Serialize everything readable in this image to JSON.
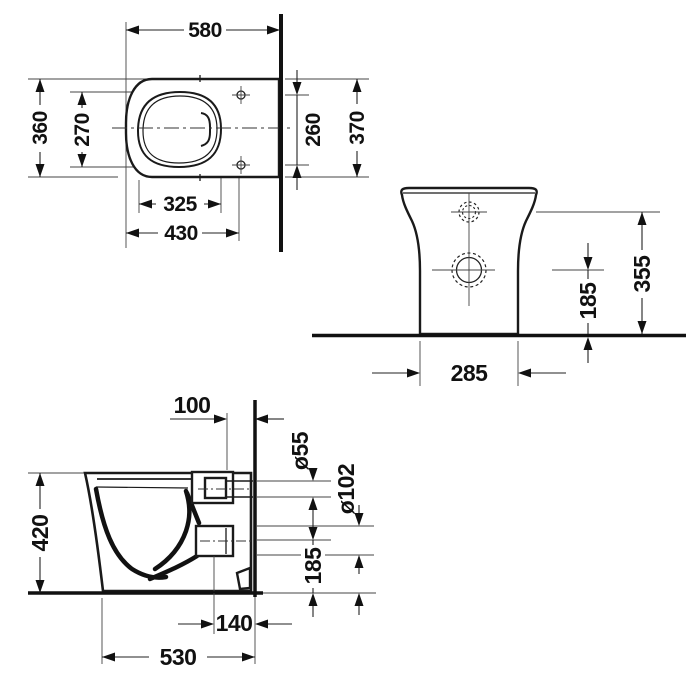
{
  "drawing": {
    "top_view": {
      "overall_width": "580",
      "overall_depth": "360",
      "bowl_inner_depth": "270",
      "hole_spacing": "260",
      "body_width_at_wall": "370",
      "bowl_inner_length": "325",
      "front_to_fixing_holes": "430"
    },
    "front_view": {
      "outlet_height": "185",
      "inlet_height": "355",
      "base_width": "285"
    },
    "side_view": {
      "inlet_offset_from_wall": "100",
      "inlet_diameter": "ø55",
      "outlet_diameter": "ø102",
      "outlet_height": "185",
      "rim_height": "420",
      "outlet_offset_from_wall": "140",
      "overall_depth": "530"
    },
    "line_colors": {
      "drawing": "#1a1a1a",
      "dimension": "#222222",
      "extension": "#444444"
    }
  }
}
